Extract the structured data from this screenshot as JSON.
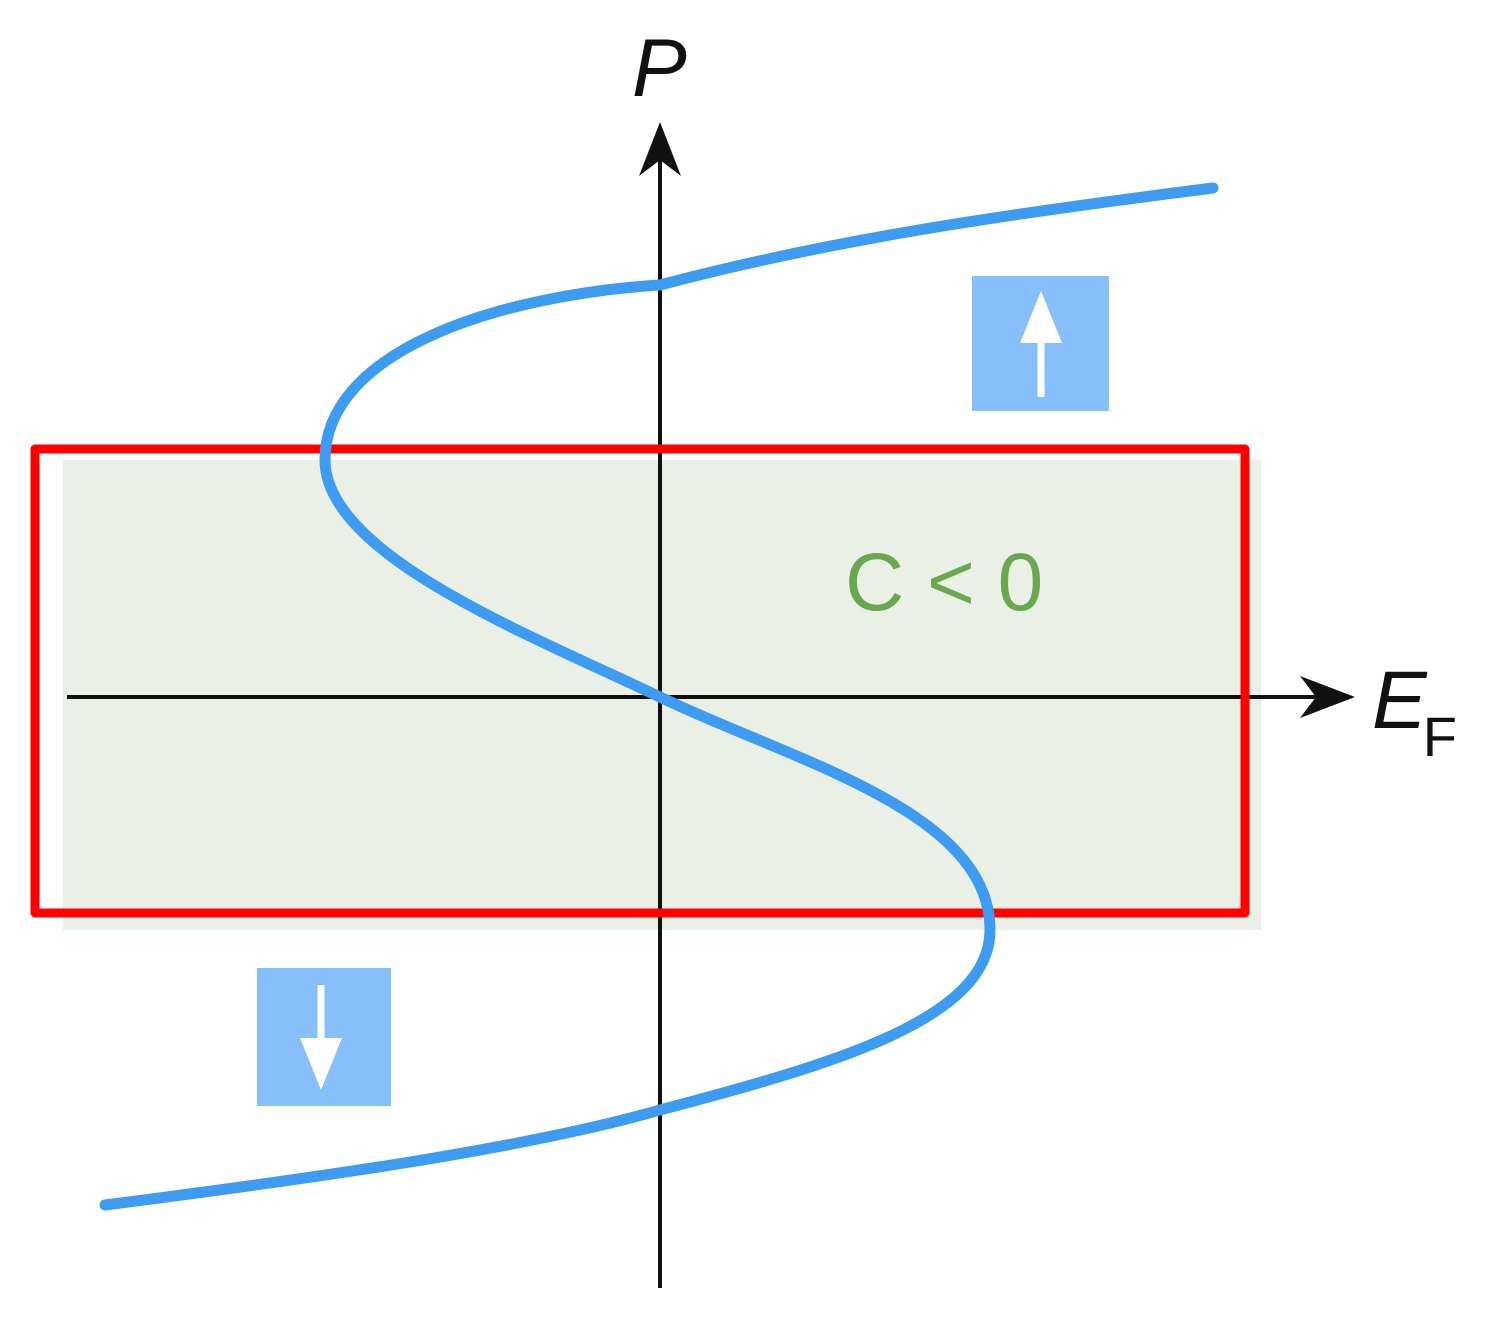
{
  "axes": {
    "y_label": "P",
    "x_label_main": "E",
    "x_label_sub": "F"
  },
  "region": {
    "label": "C < 0"
  },
  "states": {
    "up_icon": "arrow-up-icon",
    "down_icon": "arrow-down-icon"
  },
  "colors": {
    "curve": "#3d9cf2",
    "region_fill": "#eaf0e6",
    "region_border": "#ff0000",
    "region_label": "#6aa84f",
    "state_box": "#86bffc",
    "axis": "#111111"
  }
}
